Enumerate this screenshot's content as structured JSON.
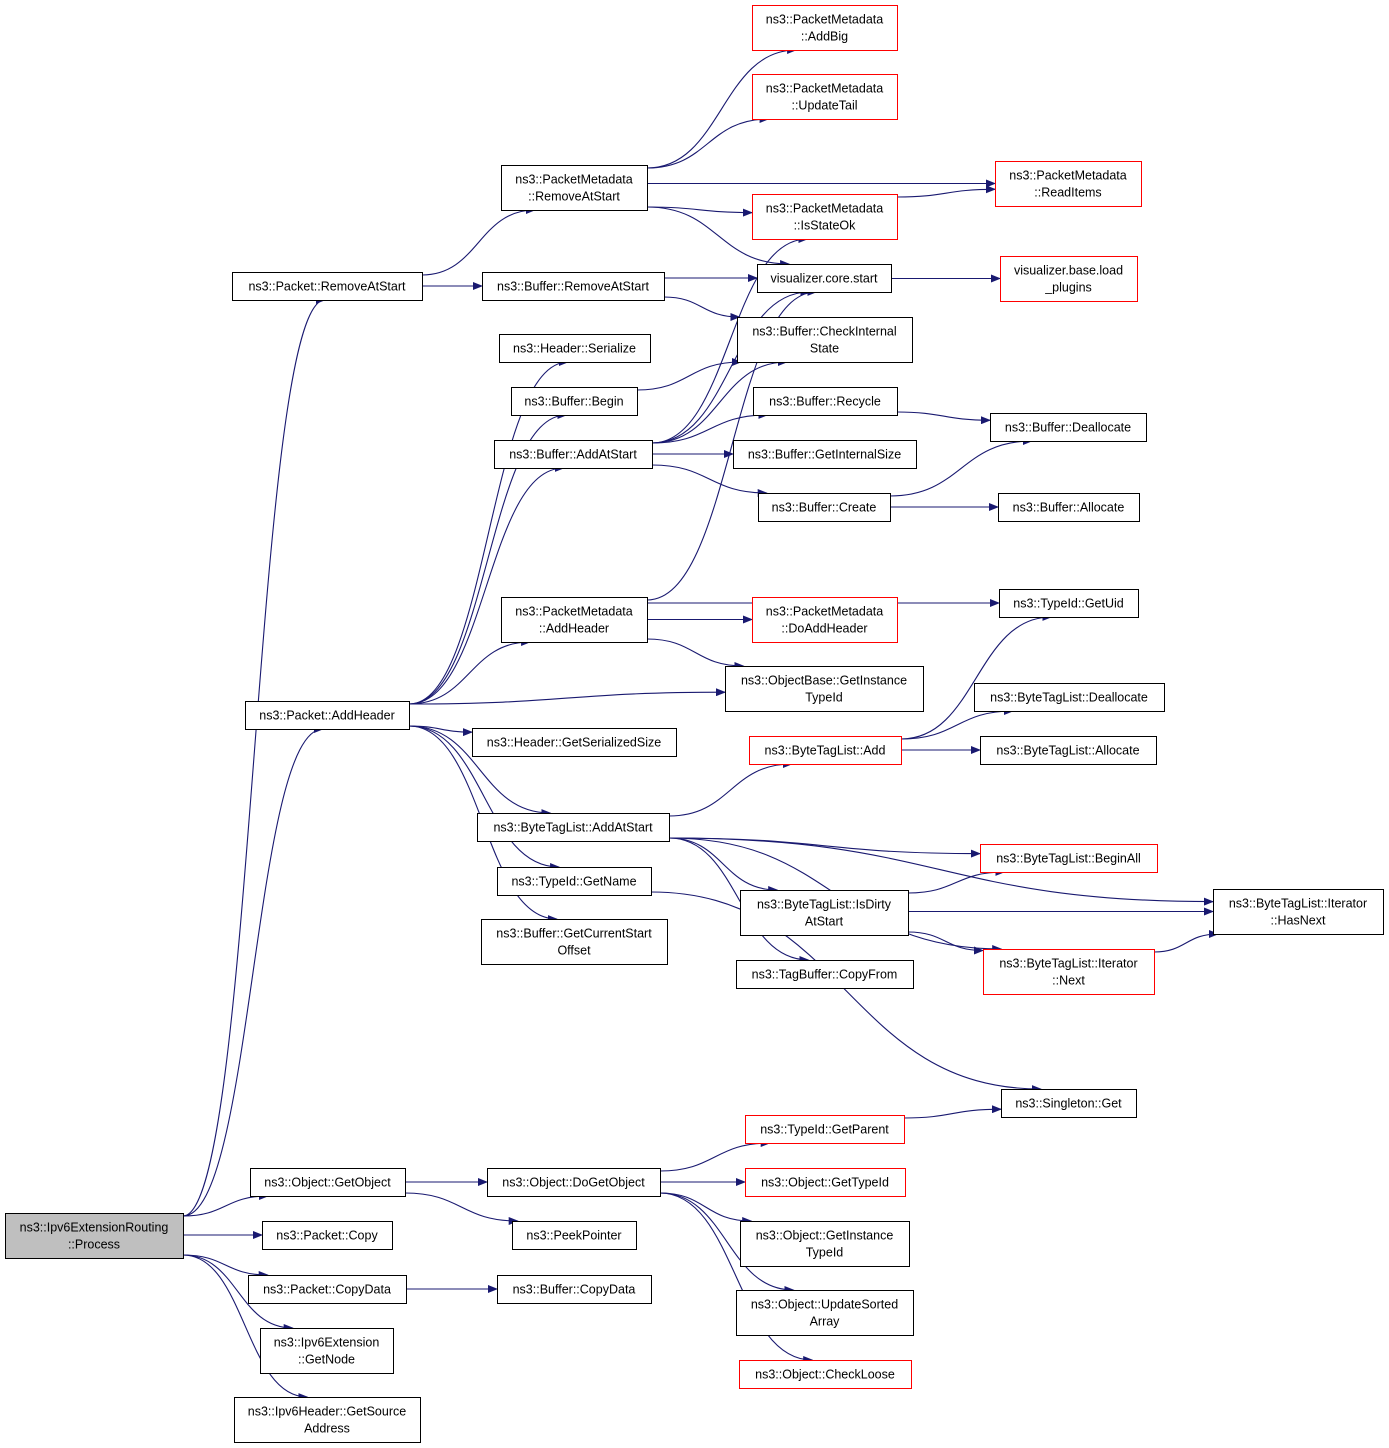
{
  "colors": {
    "edge": "#191970",
    "node_border": "#000000",
    "truncated_border": "#ff0000",
    "root_fill": "#bfbfbf",
    "node_fill": "#ffffff",
    "text": "#000000"
  },
  "nodes": [
    {
      "id": "root",
      "lines": [
        "ns3::Ipv6ExtensionRouting",
        "::Process"
      ],
      "style": "root"
    },
    {
      "id": "pkt_rm",
      "lines": [
        "ns3::Packet::RemoveAtStart"
      ],
      "style": "normal"
    },
    {
      "id": "pkt_addh",
      "lines": [
        "ns3::Packet::AddHeader"
      ],
      "style": "normal"
    },
    {
      "id": "obj_get",
      "lines": [
        "ns3::Object::GetObject"
      ],
      "style": "normal"
    },
    {
      "id": "pkt_copy",
      "lines": [
        "ns3::Packet::Copy"
      ],
      "style": "normal"
    },
    {
      "id": "pkt_copydata",
      "lines": [
        "ns3::Packet::CopyData"
      ],
      "style": "normal"
    },
    {
      "id": "ipv6ext_node",
      "lines": [
        "ns3::Ipv6Extension",
        "::GetNode"
      ],
      "style": "normal"
    },
    {
      "id": "ipv6hdr_src",
      "lines": [
        "ns3::Ipv6Header::GetSource",
        "Address"
      ],
      "style": "normal"
    },
    {
      "id": "pm_rm",
      "lines": [
        "ns3::PacketMetadata",
        "::RemoveAtStart"
      ],
      "style": "normal"
    },
    {
      "id": "buf_rm",
      "lines": [
        "ns3::Buffer::RemoveAtStart"
      ],
      "style": "normal"
    },
    {
      "id": "hdr_ser",
      "lines": [
        "ns3::Header::Serialize"
      ],
      "style": "normal"
    },
    {
      "id": "buf_begin",
      "lines": [
        "ns3::Buffer::Begin"
      ],
      "style": "normal"
    },
    {
      "id": "buf_addstart",
      "lines": [
        "ns3::Buffer::AddAtStart"
      ],
      "style": "normal"
    },
    {
      "id": "pm_addh",
      "lines": [
        "ns3::PacketMetadata",
        "::AddHeader"
      ],
      "style": "normal"
    },
    {
      "id": "hdr_size",
      "lines": [
        "ns3::Header::GetSerializedSize"
      ],
      "style": "normal"
    },
    {
      "id": "btl_addstart",
      "lines": [
        "ns3::ByteTagList::AddAtStart"
      ],
      "style": "normal"
    },
    {
      "id": "typeid_name",
      "lines": [
        "ns3::TypeId::GetName"
      ],
      "style": "normal"
    },
    {
      "id": "buf_curstart",
      "lines": [
        "ns3::Buffer::GetCurrentStart",
        "Offset"
      ],
      "style": "normal"
    },
    {
      "id": "obj_doget",
      "lines": [
        "ns3::Object::DoGetObject"
      ],
      "style": "normal"
    },
    {
      "id": "peekptr",
      "lines": [
        "ns3::PeekPointer"
      ],
      "style": "normal"
    },
    {
      "id": "buf_copydata",
      "lines": [
        "ns3::Buffer::CopyData"
      ],
      "style": "normal"
    },
    {
      "id": "pm_addbig",
      "lines": [
        "ns3::PacketMetadata",
        "::AddBig"
      ],
      "style": "truncated"
    },
    {
      "id": "pm_updtail",
      "lines": [
        "ns3::PacketMetadata",
        "::UpdateTail"
      ],
      "style": "truncated"
    },
    {
      "id": "pm_stateok",
      "lines": [
        "ns3::PacketMetadata",
        "::IsStateOk"
      ],
      "style": "truncated"
    },
    {
      "id": "pm_readitems",
      "lines": [
        "ns3::PacketMetadata",
        "::ReadItems"
      ],
      "style": "truncated"
    },
    {
      "id": "viz_start",
      "lines": [
        "visualizer.core.start"
      ],
      "style": "normal"
    },
    {
      "id": "viz_load",
      "lines": [
        "visualizer.base.load",
        "_plugins"
      ],
      "style": "truncated"
    },
    {
      "id": "buf_checkint",
      "lines": [
        "ns3::Buffer::CheckInternal",
        "State"
      ],
      "style": "normal"
    },
    {
      "id": "buf_recycle",
      "lines": [
        "ns3::Buffer::Recycle"
      ],
      "style": "normal"
    },
    {
      "id": "buf_dealloc",
      "lines": [
        "ns3::Buffer::Deallocate"
      ],
      "style": "normal"
    },
    {
      "id": "buf_intsize",
      "lines": [
        "ns3::Buffer::GetInternalSize"
      ],
      "style": "normal"
    },
    {
      "id": "buf_create",
      "lines": [
        "ns3::Buffer::Create"
      ],
      "style": "normal"
    },
    {
      "id": "buf_alloc",
      "lines": [
        "ns3::Buffer::Allocate"
      ],
      "style": "normal"
    },
    {
      "id": "typeid_uid",
      "lines": [
        "ns3::TypeId::GetUid"
      ],
      "style": "normal"
    },
    {
      "id": "pm_doaddh",
      "lines": [
        "ns3::PacketMetadata",
        "::DoAddHeader"
      ],
      "style": "truncated"
    },
    {
      "id": "objbase_inst",
      "lines": [
        "ns3::ObjectBase::GetInstance",
        "TypeId"
      ],
      "style": "normal"
    },
    {
      "id": "btl_dealloc",
      "lines": [
        "ns3::ByteTagList::Deallocate"
      ],
      "style": "normal"
    },
    {
      "id": "btl_add",
      "lines": [
        "ns3::ByteTagList::Add"
      ],
      "style": "truncated"
    },
    {
      "id": "btl_alloc",
      "lines": [
        "ns3::ByteTagList::Allocate"
      ],
      "style": "normal"
    },
    {
      "id": "btl_beginall",
      "lines": [
        "ns3::ByteTagList::BeginAll"
      ],
      "style": "truncated"
    },
    {
      "id": "btl_isdirty",
      "lines": [
        "ns3::ByteTagList::IsDirty",
        "AtStart"
      ],
      "style": "normal"
    },
    {
      "id": "btl_it_hasnext",
      "lines": [
        "ns3::ByteTagList::Iterator",
        "::HasNext"
      ],
      "style": "normal"
    },
    {
      "id": "tagbuf_copyfrom",
      "lines": [
        "ns3::TagBuffer::CopyFrom"
      ],
      "style": "normal"
    },
    {
      "id": "btl_it_next",
      "lines": [
        "ns3::ByteTagList::Iterator",
        "::Next"
      ],
      "style": "truncated"
    },
    {
      "id": "singleton_get",
      "lines": [
        "ns3::Singleton::Get"
      ],
      "style": "normal"
    },
    {
      "id": "typeid_parent",
      "lines": [
        "ns3::TypeId::GetParent"
      ],
      "style": "truncated"
    },
    {
      "id": "obj_typeid",
      "lines": [
        "ns3::Object::GetTypeId"
      ],
      "style": "truncated"
    },
    {
      "id": "obj_inst",
      "lines": [
        "ns3::Object::GetInstance",
        "TypeId"
      ],
      "style": "normal"
    },
    {
      "id": "obj_updsorted",
      "lines": [
        "ns3::Object::UpdateSorted",
        "Array"
      ],
      "style": "normal"
    },
    {
      "id": "obj_checkloose",
      "lines": [
        "ns3::Object::CheckLoose"
      ],
      "style": "truncated"
    }
  ],
  "edges": [
    [
      "root",
      "pkt_rm"
    ],
    [
      "root",
      "pkt_addh"
    ],
    [
      "root",
      "obj_get"
    ],
    [
      "root",
      "pkt_copy"
    ],
    [
      "root",
      "pkt_copydata"
    ],
    [
      "root",
      "ipv6ext_node"
    ],
    [
      "root",
      "ipv6hdr_src"
    ],
    [
      "pkt_rm",
      "pm_rm"
    ],
    [
      "pkt_rm",
      "buf_rm"
    ],
    [
      "pm_rm",
      "pm_addbig"
    ],
    [
      "pm_rm",
      "pm_updtail"
    ],
    [
      "pm_rm",
      "pm_readitems"
    ],
    [
      "pm_rm",
      "pm_stateok"
    ],
    [
      "pm_rm",
      "viz_start"
    ],
    [
      "pm_stateok",
      "pm_readitems"
    ],
    [
      "viz_start",
      "viz_load"
    ],
    [
      "buf_rm",
      "viz_start"
    ],
    [
      "buf_rm",
      "buf_checkint"
    ],
    [
      "pkt_addh",
      "hdr_ser"
    ],
    [
      "pkt_addh",
      "buf_begin"
    ],
    [
      "pkt_addh",
      "buf_addstart"
    ],
    [
      "pkt_addh",
      "pm_addh"
    ],
    [
      "pkt_addh",
      "objbase_inst"
    ],
    [
      "pkt_addh",
      "hdr_size"
    ],
    [
      "pkt_addh",
      "btl_addstart"
    ],
    [
      "pkt_addh",
      "typeid_name"
    ],
    [
      "pkt_addh",
      "buf_curstart"
    ],
    [
      "buf_begin",
      "buf_checkint"
    ],
    [
      "buf_addstart",
      "pm_stateok"
    ],
    [
      "buf_addstart",
      "viz_start"
    ],
    [
      "buf_addstart",
      "buf_checkint"
    ],
    [
      "buf_addstart",
      "buf_recycle"
    ],
    [
      "buf_addstart",
      "buf_intsize"
    ],
    [
      "buf_addstart",
      "buf_create"
    ],
    [
      "buf_recycle",
      "buf_dealloc"
    ],
    [
      "buf_create",
      "buf_dealloc"
    ],
    [
      "buf_create",
      "buf_alloc"
    ],
    [
      "pm_addh",
      "viz_start"
    ],
    [
      "pm_addh",
      "typeid_uid"
    ],
    [
      "pm_addh",
      "pm_doaddh"
    ],
    [
      "pm_addh",
      "objbase_inst"
    ],
    [
      "btl_addstart",
      "btl_add"
    ],
    [
      "btl_addstart",
      "btl_it_hasnext"
    ],
    [
      "btl_addstart",
      "btl_beginall"
    ],
    [
      "btl_addstart",
      "btl_isdirty"
    ],
    [
      "btl_addstart",
      "tagbuf_copyfrom"
    ],
    [
      "btl_addstart",
      "btl_it_next"
    ],
    [
      "btl_add",
      "typeid_uid"
    ],
    [
      "btl_add",
      "btl_dealloc"
    ],
    [
      "btl_add",
      "btl_alloc"
    ],
    [
      "btl_isdirty",
      "btl_beginall"
    ],
    [
      "btl_isdirty",
      "btl_it_hasnext"
    ],
    [
      "btl_isdirty",
      "btl_it_next"
    ],
    [
      "btl_it_next",
      "btl_it_hasnext"
    ],
    [
      "typeid_name",
      "singleton_get"
    ],
    [
      "obj_get",
      "obj_doget"
    ],
    [
      "obj_get",
      "peekptr"
    ],
    [
      "obj_doget",
      "typeid_parent"
    ],
    [
      "obj_doget",
      "obj_typeid"
    ],
    [
      "obj_doget",
      "obj_inst"
    ],
    [
      "obj_doget",
      "obj_updsorted"
    ],
    [
      "obj_doget",
      "obj_checkloose"
    ],
    [
      "typeid_parent",
      "singleton_get"
    ],
    [
      "pkt_copydata",
      "buf_copydata"
    ]
  ]
}
